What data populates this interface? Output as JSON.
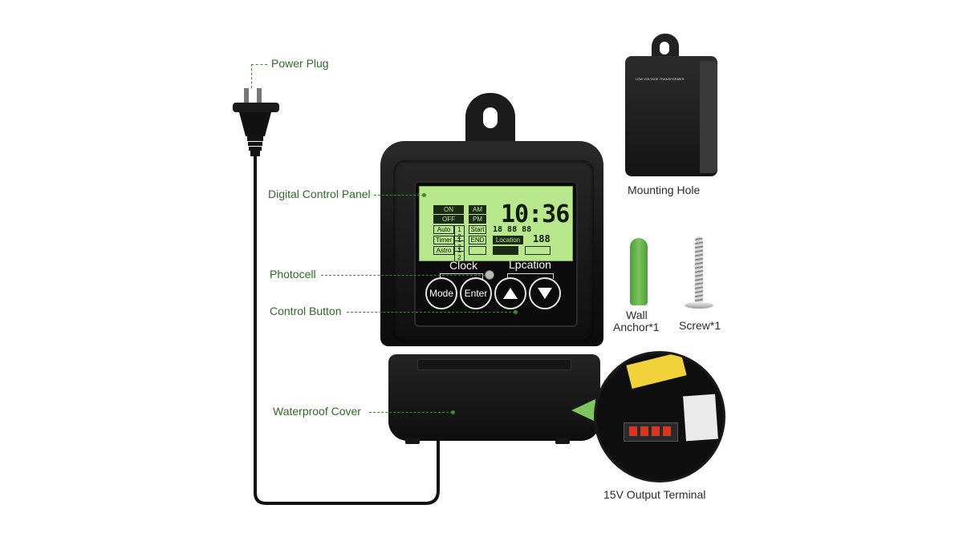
{
  "labels": {
    "power_plug": "Power Plug",
    "digital_control_panel": "Digital Control Panel",
    "photocell": "Photocell",
    "control_button": "Control Button",
    "waterproof_cover": "Waterproof Cover",
    "mounting_hole": "Mounting Hole",
    "wall_anchor_line1": "Wall",
    "wall_anchor_line2": "Anchor*1",
    "screw": "Screw*1",
    "output_terminal": "15V Output Terminal"
  },
  "lcd": {
    "on": "ON",
    "off": "OFF",
    "auto": "Auto",
    "auto_num": "1 2",
    "timer": "Timer",
    "timer_num": "1 2",
    "astro": "Astro",
    "astro_num": "1 2",
    "am": "AM",
    "pm": "PM",
    "start": "Start",
    "end": "END",
    "time": "10:36",
    "seg_row": "18  88  88",
    "location": "Location",
    "location_value": "188"
  },
  "panel": {
    "clock_label": "Clock",
    "location_label": "Lpcation",
    "buttons": {
      "mode": "Mode",
      "enter": "Enter"
    }
  },
  "transformer_label_text": "LOW VOLTAGE TRANSFORMER",
  "colors": {
    "label_green": "#2e6b25",
    "leader_green": "#3a8a2e",
    "lcd_green": "#b9e78c",
    "anchor_green": "#7cc45d"
  }
}
